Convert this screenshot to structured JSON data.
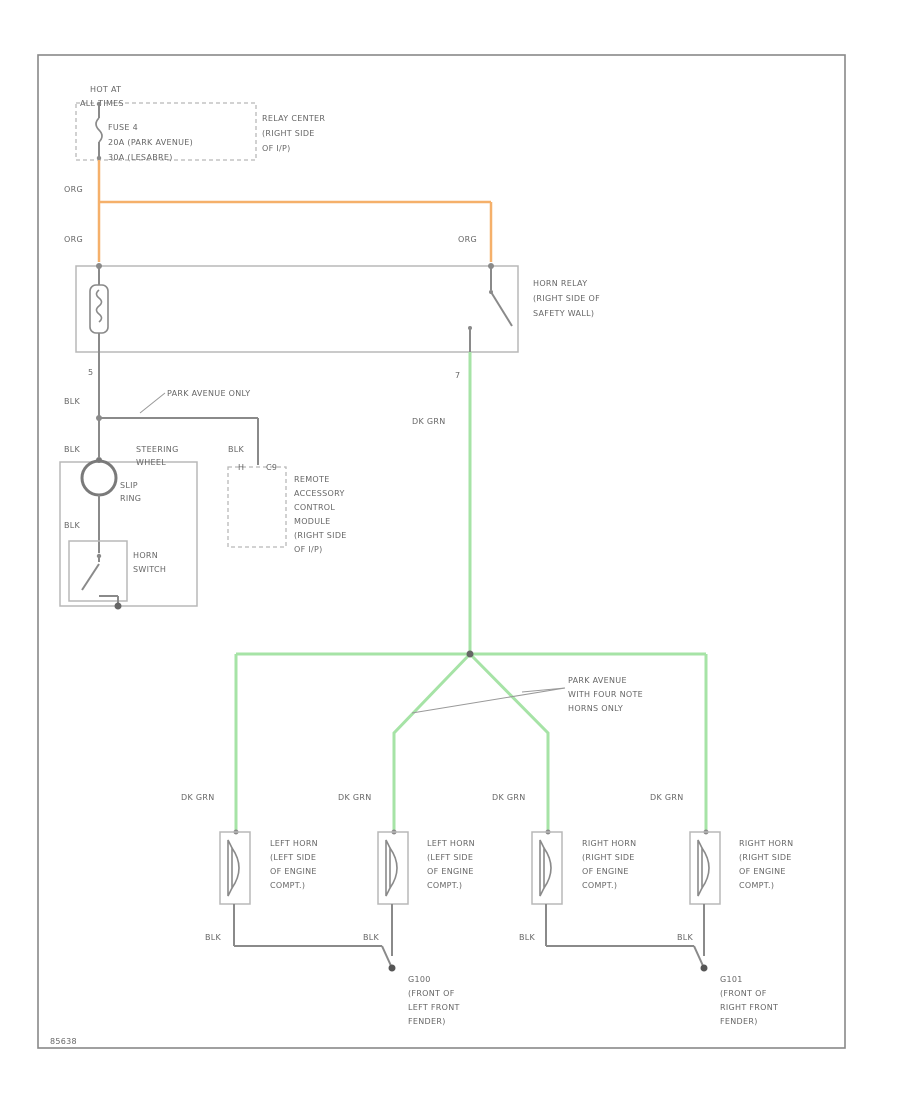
{
  "colors": {
    "org_wire": "#f5b06a",
    "grn_wire": "#a6e3a6",
    "blk_wire": "#8a8a8a",
    "frame": "#888888"
  },
  "power": {
    "hot_at": "HOT AT",
    "all_times": "ALL TIMES",
    "fuse_line1": "FUSE 4",
    "fuse_line2": "20A  (PARK AVENUE)",
    "fuse_line3": "30A  (LESABRE)"
  },
  "relay_center": [
    "RELAY CENTER",
    "(RIGHT SIDE",
    "OF I/P)"
  ],
  "horn_relay": [
    "HORN RELAY",
    "(RIGHT SIDE OF",
    "SAFETY WALL)"
  ],
  "wires": {
    "org": "ORG",
    "blk": "BLK",
    "dk_grn": "DK GRN"
  },
  "pins": {
    "pin_left": "5",
    "pin_right": "7",
    "pin_h": "H",
    "pin_c9": "C9"
  },
  "notes": {
    "park_avenue_only": "PARK AVENUE ONLY",
    "four_horns": [
      "PARK AVENUE",
      "WITH FOUR NOTE",
      "HORNS ONLY"
    ]
  },
  "steering": {
    "wheel": [
      "STEERING",
      "WHEEL"
    ],
    "slip_ring": [
      "SLIP",
      "RING"
    ],
    "horn_switch": [
      "HORN",
      "SWITCH"
    ]
  },
  "remote_module": [
    "REMOTE",
    "ACCESSORY",
    "CONTROL",
    "MODULE",
    "(RIGHT SIDE",
    "OF I/P)"
  ],
  "horns": [
    {
      "label": [
        "LEFT HORN",
        "(LEFT SIDE",
        "OF ENGINE",
        "COMPT.)"
      ]
    },
    {
      "label": [
        "LEFT HORN",
        "(LEFT SIDE",
        "OF ENGINE",
        "COMPT.)"
      ]
    },
    {
      "label": [
        "RIGHT HORN",
        "(RIGHT SIDE",
        "OF ENGINE",
        "COMPT.)"
      ]
    },
    {
      "label": [
        "RIGHT HORN",
        "(RIGHT SIDE",
        "OF ENGINE",
        "COMPT.)"
      ]
    }
  ],
  "grounds": {
    "g100": [
      "G100",
      "(FRONT OF",
      "LEFT FRONT",
      "FENDER)"
    ],
    "g101": [
      "G101",
      "(FRONT OF",
      "RIGHT FRONT",
      "FENDER)"
    ]
  },
  "footer_code": "85638"
}
